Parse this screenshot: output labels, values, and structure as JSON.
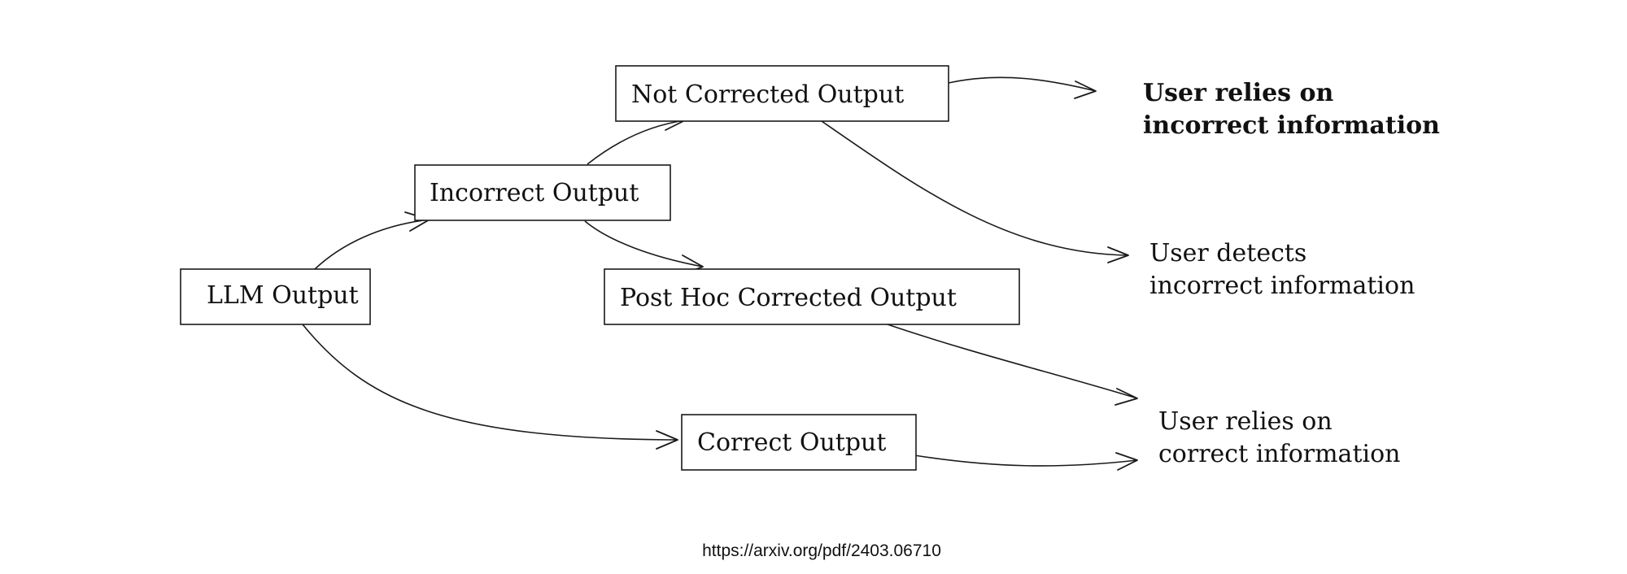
{
  "nodes": {
    "llm_output": "LLM Output",
    "incorrect_output": "Incorrect Output",
    "not_corrected_output": "Not Corrected Output",
    "post_hoc_corrected_output": "Post Hoc Corrected Output",
    "correct_output": "Correct Output"
  },
  "outcomes": {
    "relies_incorrect": [
      "User relies on",
      "incorrect information"
    ],
    "detects_incorrect": [
      "User detects",
      "incorrect information"
    ],
    "relies_correct": [
      "User relies on",
      "correct information"
    ]
  },
  "caption": "https://arxiv.org/pdf/2403.06710"
}
